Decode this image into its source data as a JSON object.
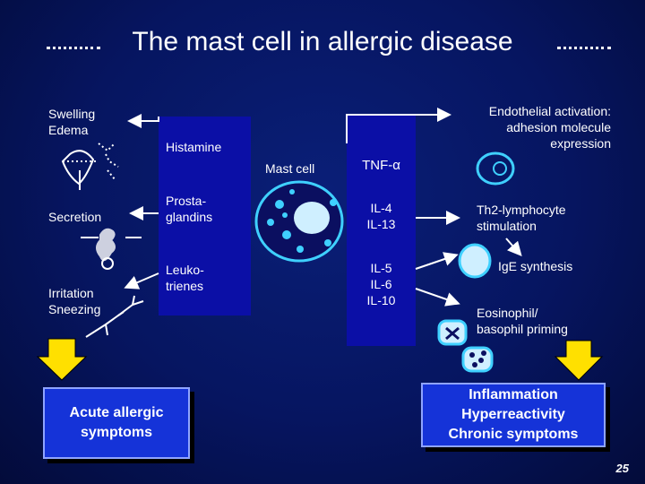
{
  "title": "The mast cell in allergic disease",
  "left": {
    "swelling": "Swelling\nEdema",
    "secretion": "Secretion",
    "irritation": "Irritation\nSneezing",
    "acute_box": "Acute allergic\nsymptoms"
  },
  "center": {
    "histamine": "Histamine",
    "prostaglandins": "Prosta-\nglandins",
    "leukotrienes": "Leuko-\ntrienes",
    "mast_cell": "Mast cell",
    "tnf": "TNF-α",
    "il4": "IL-4\nIL-13",
    "il5": "IL-5\nIL-6\nIL-10"
  },
  "right": {
    "endothelial": "Endothelial activation:\nadhesion molecule\nexpression",
    "th2": "Th2-lymphocyte\nstimulation",
    "ige": "IgE synthesis",
    "eosinophil": "Eosinophil/\nbasophil priming",
    "chronic_box": "Inflammation\nHyperreactivity\nChronic symptoms"
  },
  "page_number": "25",
  "colors": {
    "background": "#061560",
    "mediator_column": "#0b0fa6",
    "box_fill": "#1533d8",
    "arrow_yellow": "#ffe000",
    "cell_cyan": "#3fd0ff"
  }
}
